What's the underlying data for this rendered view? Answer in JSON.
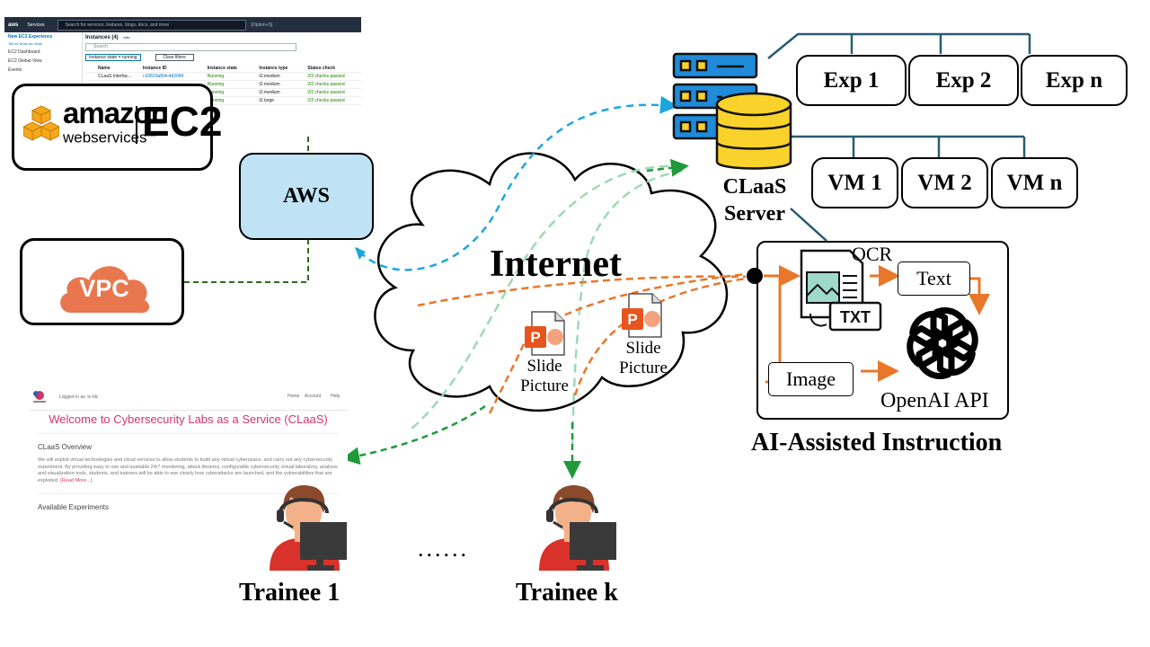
{
  "aws_console": {
    "logo": "aws",
    "services": "Services",
    "search_placeholder": "Search for services, features, blogs, docs, and more",
    "shortcut": "[Option+S]",
    "sidebar": {
      "experience_label": "New EC2 Experience",
      "tell_us": "Tell us what you think",
      "items": [
        "EC2 Dashboard",
        "EC2 Global View",
        "Events"
      ]
    },
    "instances_title": "Instances (4)",
    "info": "Info",
    "search": "Search",
    "filter_chip": "Instance state = running",
    "clear_filters": "Clear filters",
    "columns": [
      "Name",
      "Instance ID",
      "Instance state",
      "Instance type",
      "Status check"
    ],
    "rows": [
      {
        "name": "CLaaS Interfac...",
        "id": "i-02819af04c4d2049",
        "state": "Running",
        "type": "t2.medium",
        "status": "2/2 checks passed"
      },
      {
        "name": "",
        "id": "",
        "state": "Running",
        "type": "t2.medium",
        "status": "2/2 checks passed"
      },
      {
        "name": "",
        "id": "",
        "state": "Running",
        "type": "t2.medium",
        "status": "2/2 checks passed"
      },
      {
        "name": "",
        "id": "",
        "state": "Running",
        "type": "t2.large",
        "status": "2/2 checks passed"
      }
    ]
  },
  "ec2_logo": {
    "amazon": "amazon",
    "web_services": "webservices",
    "tm": "TM",
    "ec2": "EC2"
  },
  "aws_box": "AWS",
  "vpc_label": "VPC",
  "internet_label": "Internet",
  "slides": [
    {
      "line1": "Slide",
      "line2": "Picture"
    },
    {
      "line1": "Slide",
      "line2": "Picture"
    }
  ],
  "slide_icon_letter": "P",
  "server_label": {
    "line1": "CLaaS",
    "line2": "Server"
  },
  "experiments": [
    "Exp 1",
    "Exp 2",
    "Exp n"
  ],
  "vms": [
    "VM 1",
    "VM 2",
    "VM n"
  ],
  "ai_panel": {
    "ocr": "OCR",
    "txt": "TXT",
    "text": "Text",
    "image": "Image",
    "openai": "OpenAI API",
    "caption": "AI-Assisted Instruction"
  },
  "website": {
    "logged_in": "Logged in as: tc-ldc",
    "nav": [
      "Home",
      "Account",
      "Help"
    ],
    "welcome": "Welcome to Cybersecurity Labs as a Service (CLaaS)",
    "overview_title": "CLaaS Overview",
    "overview_text": "We will exploit virtual technologies and cloud services to allow students to build any virtual cyberspace, and carry out any cybersecurity experiment. By providing easy to use and available 24/7 monitoring, attack libraries, configurable cybersecurity virtual laboratory, analysis and visualization tools, students, and trainees will be able to see clearly how cyberattacks are launched, and the vulnerabilities that are exploited.",
    "read_more": "(Read More...)",
    "available": "Available Experiments"
  },
  "trainees": [
    "Trainee 1",
    "Trainee k"
  ],
  "ellipsis": "......",
  "colors": {
    "aws_box": "#bfe3f5",
    "vpc_orange": "#e8774f",
    "ec2_orange": "#f7a81b",
    "server_blue": "#1f8bd9",
    "db_yellow": "#f9d22c",
    "arrow_blue": "#1ba6de",
    "arrow_green": "#1f9a3a",
    "arrow_lightgreen": "#9ed9b5",
    "arrow_orange": "#e8772a",
    "teal_line": "#2a5b70",
    "website_title": "#d6336c"
  }
}
